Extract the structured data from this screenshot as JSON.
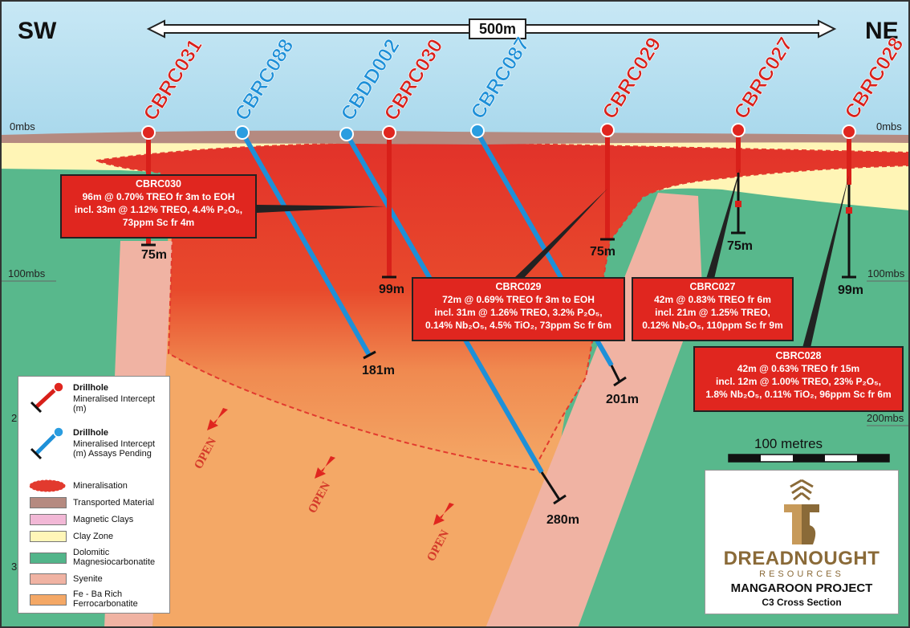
{
  "header": {
    "left_dir": "SW",
    "right_dir": "NE",
    "scale_label": "500m"
  },
  "depth_markers": {
    "top_left": "0mbs",
    "top_right": "0mbs",
    "mid_left": "100mbs",
    "mid_right": "100mbs",
    "low_left": "2",
    "low_right": "200mbs",
    "bottom_left": "3"
  },
  "drillholes": [
    {
      "id": "CBRC031",
      "status": "mineralised",
      "color": "#d8201a",
      "depth_label": "75m"
    },
    {
      "id": "CBRC088",
      "status": "assays-pending",
      "color": "#1e90d8",
      "depth_label": "181m"
    },
    {
      "id": "CBDD002",
      "status": "assays-pending",
      "color": "#1e90d8",
      "depth_label": "280m"
    },
    {
      "id": "CBRC030",
      "status": "mineralised",
      "color": "#d8201a",
      "depth_label": "99m"
    },
    {
      "id": "CBRC087",
      "status": "assays-pending",
      "color": "#1e90d8",
      "depth_label": "201m"
    },
    {
      "id": "CBRC029",
      "status": "mineralised",
      "color": "#d8201a",
      "depth_label": "75m"
    },
    {
      "id": "CBRC027",
      "status": "mineralised",
      "color": "#d8201a",
      "depth_label": "75m"
    },
    {
      "id": "CBRC028",
      "status": "mineralised",
      "color": "#d8201a",
      "depth_label": "99m"
    }
  ],
  "intercepts": {
    "cbrc030": {
      "title": "CBRC030",
      "line1": "96m @ 0.70% TREO fr 3m to EOH",
      "line2": "incl. 33m @ 1.12% TREO, 4.4% P₂O₅,",
      "line3": "73ppm Sc fr 4m"
    },
    "cbrc029": {
      "title": "CBRC029",
      "line1": "72m @ 0.69% TREO fr 3m to EOH",
      "line2": "incl. 31m @ 1.26% TREO, 3.2% P₂O₅,",
      "line3": "0.14% Nb₂O₅, 4.5% TiO₂, 73ppm Sc fr 6m"
    },
    "cbrc027": {
      "title": "CBRC027",
      "line1": "42m @ 0.83% TREO fr 6m",
      "line2": "incl. 21m @ 1.25% TREO,",
      "line3": "0.12% Nb₂O₅, 110ppm Sc fr 9m"
    },
    "cbrc028": {
      "title": "CBRC028",
      "line1": "42m @ 0.63% TREO fr 15m",
      "line2": "incl. 12m @ 1.00% TREO, 23% P₂O₅,",
      "line3": "1.8% Nb₂O₅, 0.11% TiO₂, 96ppm Sc fr 6m"
    }
  },
  "open_labels": [
    "OPEN",
    "OPEN",
    "OPEN"
  ],
  "legend": {
    "drillhole_red_title": "Drillhole",
    "drillhole_red_desc": "Mineralised Intercept (m)",
    "drillhole_blue_title": "Drillhole",
    "drillhole_blue_desc": "Mineralised Intercept (m) Assays Pending",
    "items": [
      {
        "label": "Mineralisation",
        "color": "#e23a2e"
      },
      {
        "label": "Transported Material",
        "color": "#b58a80"
      },
      {
        "label": "Magnetic Clays",
        "color": "#f2b8d6"
      },
      {
        "label": "Clay Zone",
        "color": "#fff6b8"
      },
      {
        "label": "Dolomitic Magnesiocarbonatite",
        "color": "#52b58a"
      },
      {
        "label": "Syenite",
        "color": "#f0b3a3"
      },
      {
        "label": "Fe - Ba Rich Ferrocarbonatite",
        "color": "#f4a866"
      }
    ]
  },
  "scale_bar": {
    "label": "100 metres"
  },
  "logo": {
    "company": "DREADNOUGHT",
    "tagline": "RESOURCES",
    "project": "MANGAROON PROJECT",
    "section": "C3 Cross Section"
  }
}
